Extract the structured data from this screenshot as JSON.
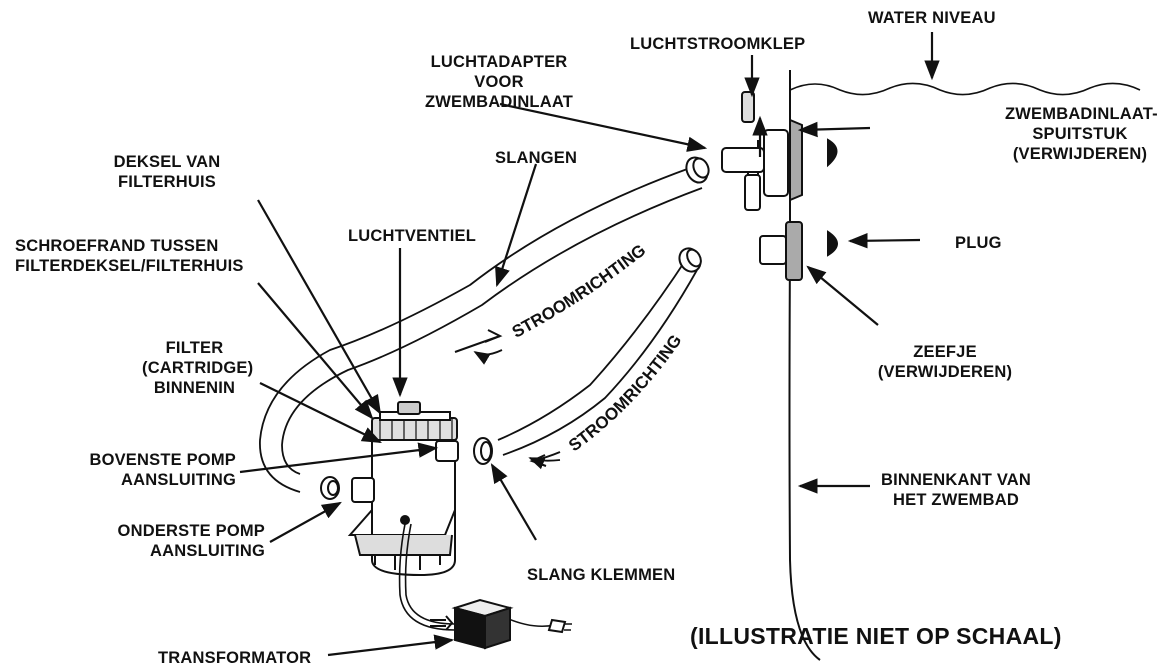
{
  "labels": {
    "water_niveau": "WATER NIVEAU",
    "luchtstroomklep": "LUCHTSTROOMKLEP",
    "luchtadapter": [
      "LUCHTADAPTER",
      "VOOR",
      "ZWEMBADINLAAT"
    ],
    "zwembadinlaat": [
      "ZWEMBADINLAAT-",
      "SPUITSTUK",
      "(VERWIJDEREN)"
    ],
    "deksel": [
      "DEKSEL VAN",
      "FILTERHUIS"
    ],
    "slangen": "SLANGEN",
    "luchtventiel": "LUCHTVENTIEL",
    "schroefrand": [
      "SCHROEFRAND TUSSEN",
      "FILTERDEKSEL/FILTERHUIS"
    ],
    "plug": "PLUG",
    "filter": [
      "FILTER",
      "(CARTRIDGE)",
      "BINNENIN"
    ],
    "zeefje": [
      "ZEEFJE",
      "(VERWIJDEREN)"
    ],
    "bovenste": [
      "BOVENSTE POMP",
      "AANSLUITING"
    ],
    "binnenkant": [
      "BINNENKANT VAN",
      "HET ZWEMBAD"
    ],
    "onderste": [
      "ONDERSTE POMP",
      "AANSLUITING"
    ],
    "slang_klemmen": "SLANG KLEMMEN",
    "transformator": "TRANSFORMATOR",
    "not_to_scale": "(ILLUSTRATIE NIET OP SCHAAL)",
    "flow_direction": "STROOMRICHTING"
  }
}
